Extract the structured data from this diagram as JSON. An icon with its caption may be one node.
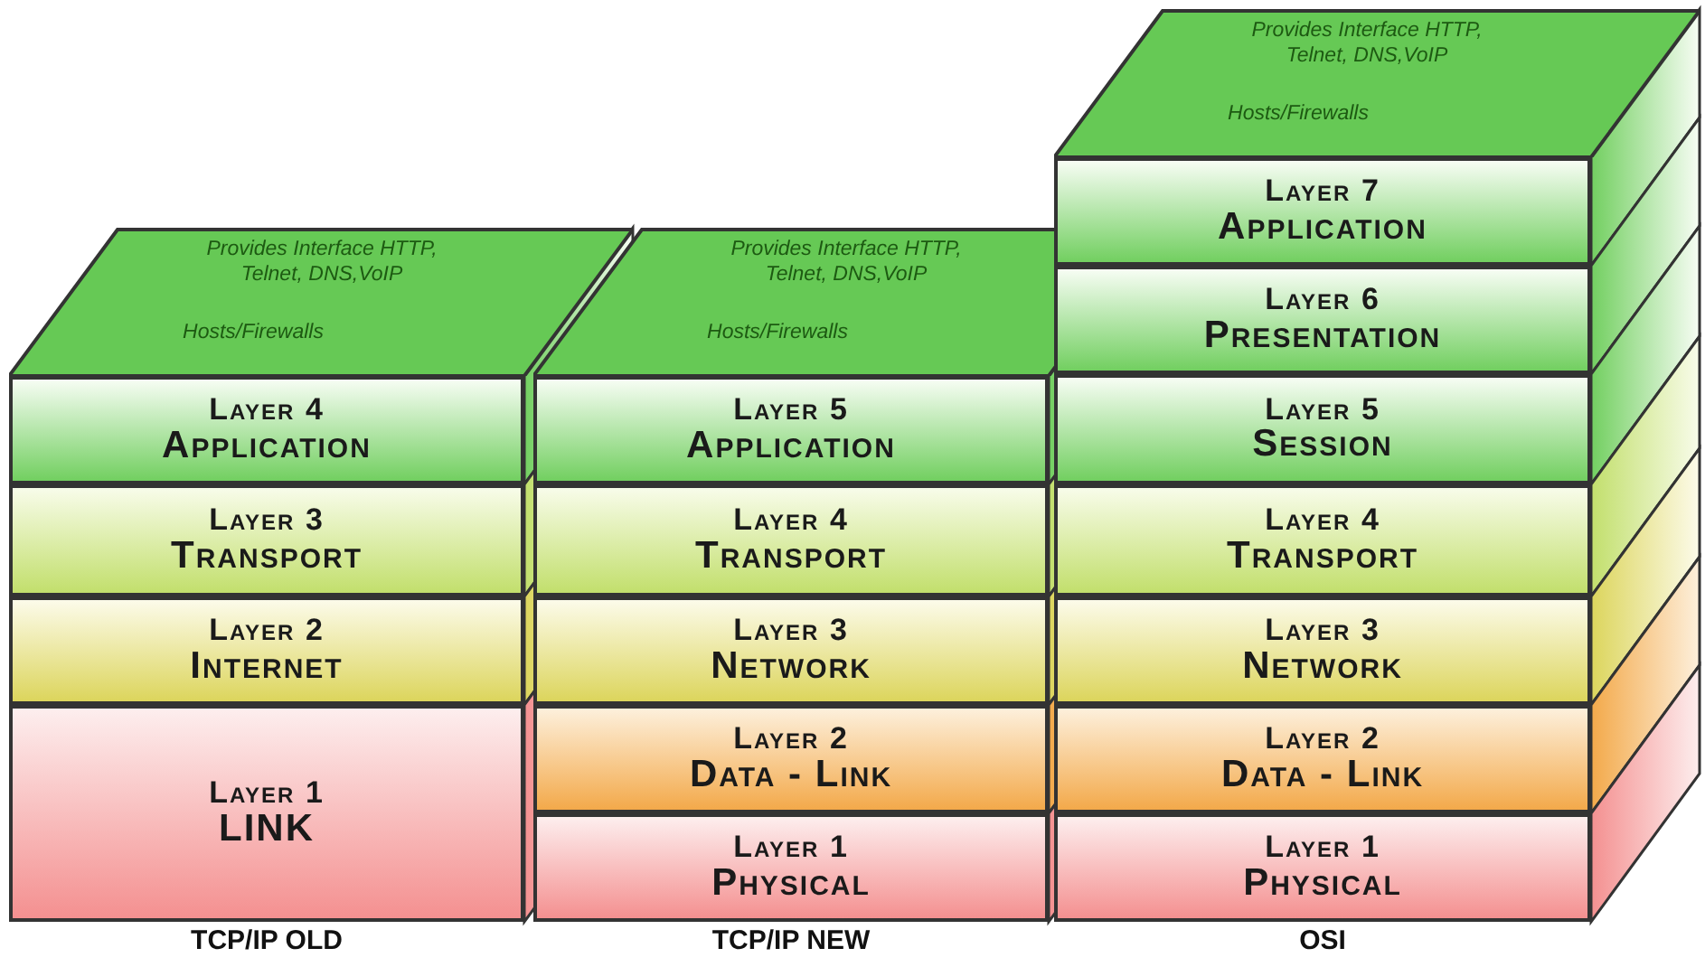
{
  "diagram": {
    "nodes": [
      {
        "text": [
          "Provides Interface HTTP, Telnet, DNS,VoIP",
          "Hosts/Firewalls"
        ]
      },
      {
        "text": [
          "Layer 4",
          "Application"
        ]
      },
      {
        "text": [
          "Layer 3",
          "Transport"
        ]
      },
      {
        "text": [
          "Layer 2",
          "Internet"
        ]
      },
      {
        "text": [
          "Layer 1",
          "LINK"
        ]
      },
      {
        "text": [
          "Provides Interface HTTP, Telnet, DNS,VoIP",
          "Hosts/Firewalls"
        ]
      },
      {
        "text": [
          "Layer 5",
          "Application"
        ]
      },
      {
        "text": [
          "Layer 4",
          "Transport"
        ]
      },
      {
        "text": [
          "Layer 3",
          "Network"
        ]
      },
      {
        "text": [
          "Layer 2",
          "Data - Link"
        ]
      },
      {
        "text": [
          "Layer 1",
          "Physical"
        ]
      },
      {
        "text": [
          "Provides Interface HTTP, Telnet, DNS,VoIP",
          "Hosts/Firewalls"
        ]
      },
      {
        "text": [
          "Layer 7",
          "Application"
        ]
      },
      {
        "text": [
          "Layer 6",
          "Presentation"
        ]
      },
      {
        "text": [
          "Layer 5",
          "Session"
        ]
      },
      {
        "text": [
          "Layer 4",
          "Transport"
        ]
      },
      {
        "text": [
          "Layer 3",
          "Network"
        ]
      },
      {
        "text": [
          "Layer 2",
          "Data - Link"
        ]
      },
      {
        "text": [
          "Layer 1",
          "Physical"
        ]
      }
    ],
    "labels": [
      "TCP/IP OLD",
      "TCP/IP NEW",
      "OSI"
    ]
  }
}
